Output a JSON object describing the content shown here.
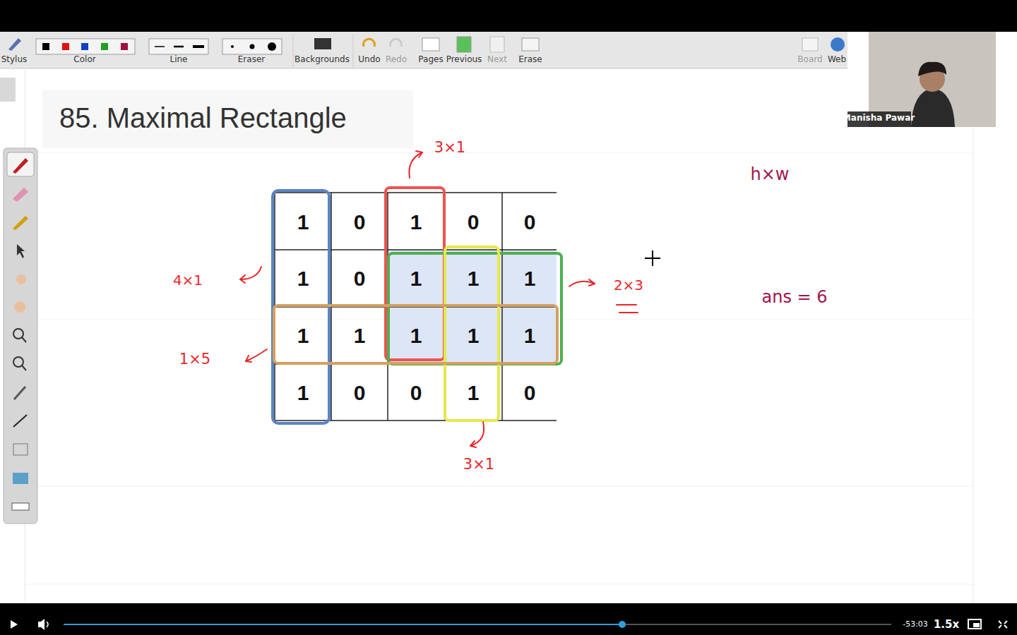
{
  "diagram": {
    "title": "85. Maximal Rectangle",
    "labels": [
      "Stylus",
      "Color",
      "Line",
      "Eraser",
      "Backgrounds",
      "Undo",
      "Redo",
      "Pages",
      "Previous",
      "Next",
      "Erase",
      "Board",
      "Web",
      "Manisha Pawar",
      "3×1",
      "h×w",
      "4×1",
      "2×3",
      "ans = 6",
      "1",
      "0",
      "1",
      "0",
      "0",
      "1",
      "0",
      "1",
      "1",
      "1",
      "1",
      "1",
      "1",
      "1",
      "1",
      "1",
      "0",
      "0",
      "1",
      "0",
      "1×5",
      "3×1",
      "-53:03",
      "1.5x"
    ]
  }
}
